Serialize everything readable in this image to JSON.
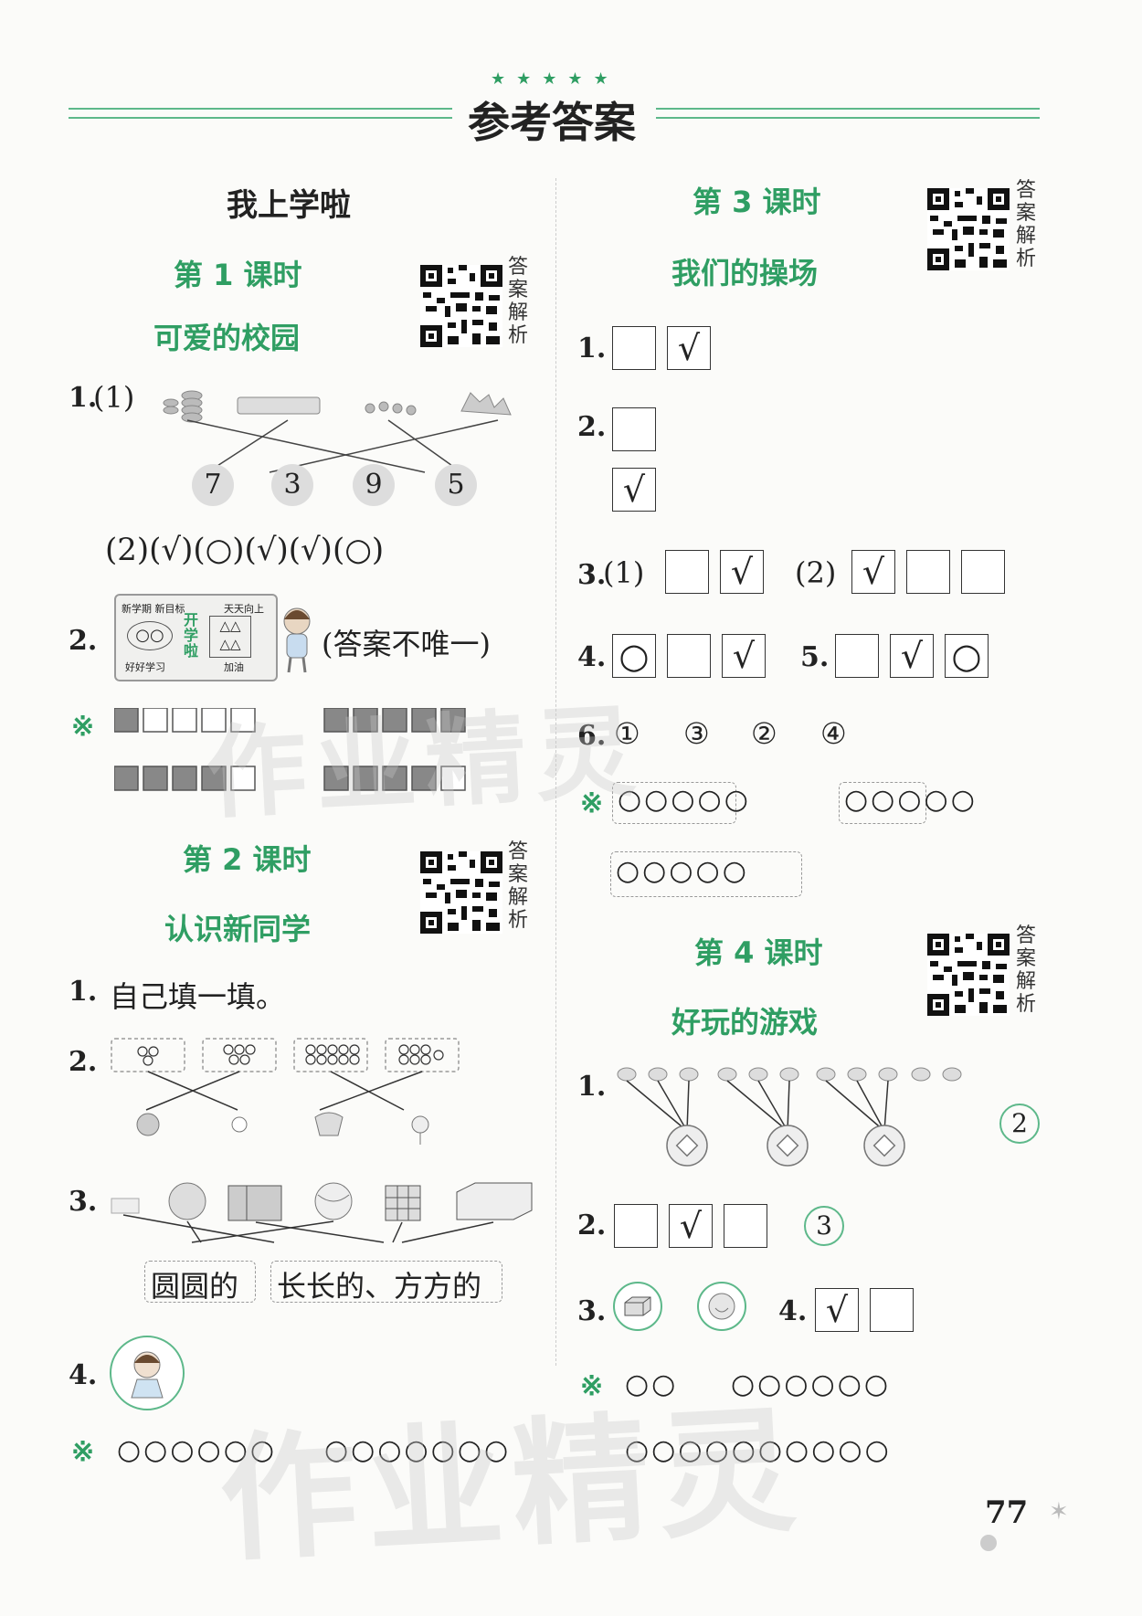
{
  "header": {
    "stars": "★★★★★",
    "title": "参考答案"
  },
  "qr_label": "答案解析",
  "left": {
    "unit": "我上学啦",
    "lesson1": {
      "label": "第 1 课时",
      "name": "可爱的校园",
      "q1": {
        "num": "1.",
        "part1": "(1)",
        "numbers": [
          "7",
          "3",
          "9",
          "5"
        ],
        "part2": "(2)(√)(○)(√)(√)(○)"
      },
      "q2": {
        "num": "2.",
        "note": "(答案不唯一)",
        "board": {
          "t1": "新学期 新目标",
          "t2": "天天向上",
          "t3": "开学啦",
          "t4": "好好学习",
          "t5": "加油"
        }
      },
      "mark": "※"
    },
    "lesson2": {
      "label": "第 2 课时",
      "name": "认识新同学",
      "q1": {
        "num": "1.",
        "text": "自己填一填。"
      },
      "q2": {
        "num": "2."
      },
      "q3": {
        "num": "3.",
        "box1": "圆圆的",
        "box2": "长长的、方方的"
      },
      "q4": {
        "num": "4."
      },
      "mark": "※",
      "circles1": "○○○○○○",
      "circles2": "○○○○○○○"
    }
  },
  "right": {
    "lesson3": {
      "label": "第 3 课时",
      "name": "我们的操场",
      "q1": {
        "num": "1.",
        "boxes": [
          "",
          "√"
        ]
      },
      "q2": {
        "num": "2.",
        "boxes": [
          "",
          "√"
        ]
      },
      "q3": {
        "num": "3.",
        "p1": "(1)",
        "boxes1": [
          "",
          "√"
        ],
        "p2": "(2)",
        "boxes2": [
          "√",
          "",
          ""
        ]
      },
      "q4": {
        "num": "4.",
        "boxes": [
          "○",
          "",
          "√"
        ]
      },
      "q5": {
        "num": "5.",
        "boxes": [
          "",
          "√",
          "○"
        ]
      },
      "q6": {
        "num": "6.",
        "items": [
          "①",
          "③",
          "②",
          "④"
        ]
      },
      "mark": "※",
      "c1": "○○○○○",
      "c2": "○○○○○",
      "c3": "○○○○○"
    },
    "lesson4": {
      "label": "第 4 课时",
      "name": "好玩的游戏",
      "q1": {
        "num": "1.",
        "answer": "2"
      },
      "q2": {
        "num": "2.",
        "boxes": [
          "",
          "√",
          ""
        ],
        "answer": "3"
      },
      "q3": {
        "num": "3."
      },
      "q4": {
        "num": "4.",
        "boxes": [
          "√",
          ""
        ]
      },
      "mark": "※",
      "c1": "○○",
      "c2": "○○○○○○",
      "c3": "○○○○○○○○○○"
    }
  },
  "watermark": "作业精灵",
  "page_number": "77"
}
